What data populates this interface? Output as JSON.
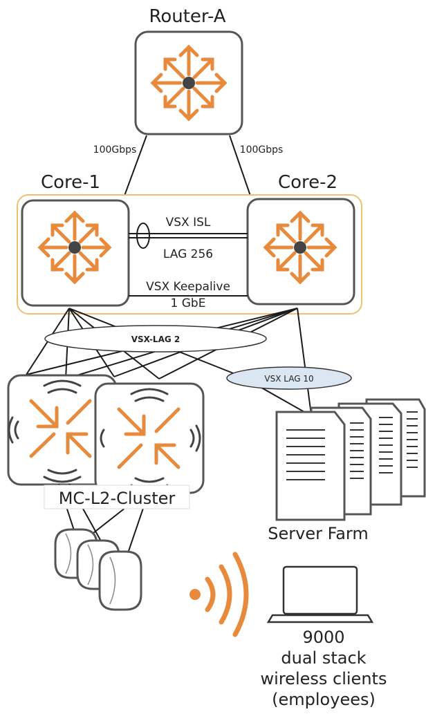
{
  "router": {
    "label": "Router-A",
    "uplink_left": "100Gbps",
    "uplink_right": "100Gbps"
  },
  "core": {
    "left_label": "Core-1",
    "right_label": "Core-2",
    "isl_label": "VSX ISL",
    "lag_label": "LAG 256",
    "keepalive_label": "VSX Keepalive",
    "keepalive_speed": "1 GbE"
  },
  "links": {
    "vsx_lag2": "VSX-LAG 2",
    "vsx_lag10": "VSX LAG 10"
  },
  "cluster": {
    "label": "MC-L2-Cluster"
  },
  "servers": {
    "label": "Server Farm"
  },
  "clients": {
    "count": "9000",
    "line1": "dual stack",
    "line2": "wireless clients",
    "line3": "(employees)"
  },
  "colors": {
    "accent": "#e88a3c",
    "vsx_box": "#f0c070",
    "lag10_fill": "#dbe6f3"
  },
  "icons": [
    "router-icon",
    "switch-icon",
    "controller-icon",
    "access-point-icon",
    "server-icon",
    "laptop-icon",
    "wifi-icon"
  ]
}
